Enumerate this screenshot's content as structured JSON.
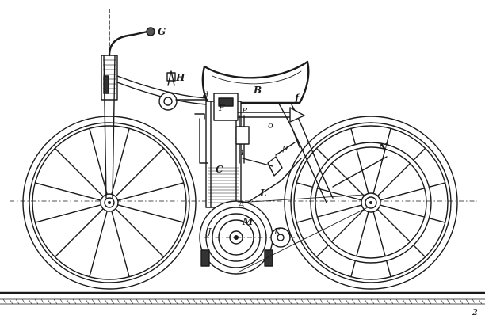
{
  "labels": {
    "G": "G",
    "H": "H",
    "B": "B",
    "d": "d",
    "F": "F",
    "e": "e",
    "f": "f",
    "o": "o",
    "N": "N",
    "p": "p",
    "C": "C",
    "L": "L",
    "A": "A",
    "M": "M",
    "J": "J",
    "K": "K",
    "i": "i",
    "num": "2"
  },
  "spokes": {
    "front": 12,
    "rear": 12
  }
}
